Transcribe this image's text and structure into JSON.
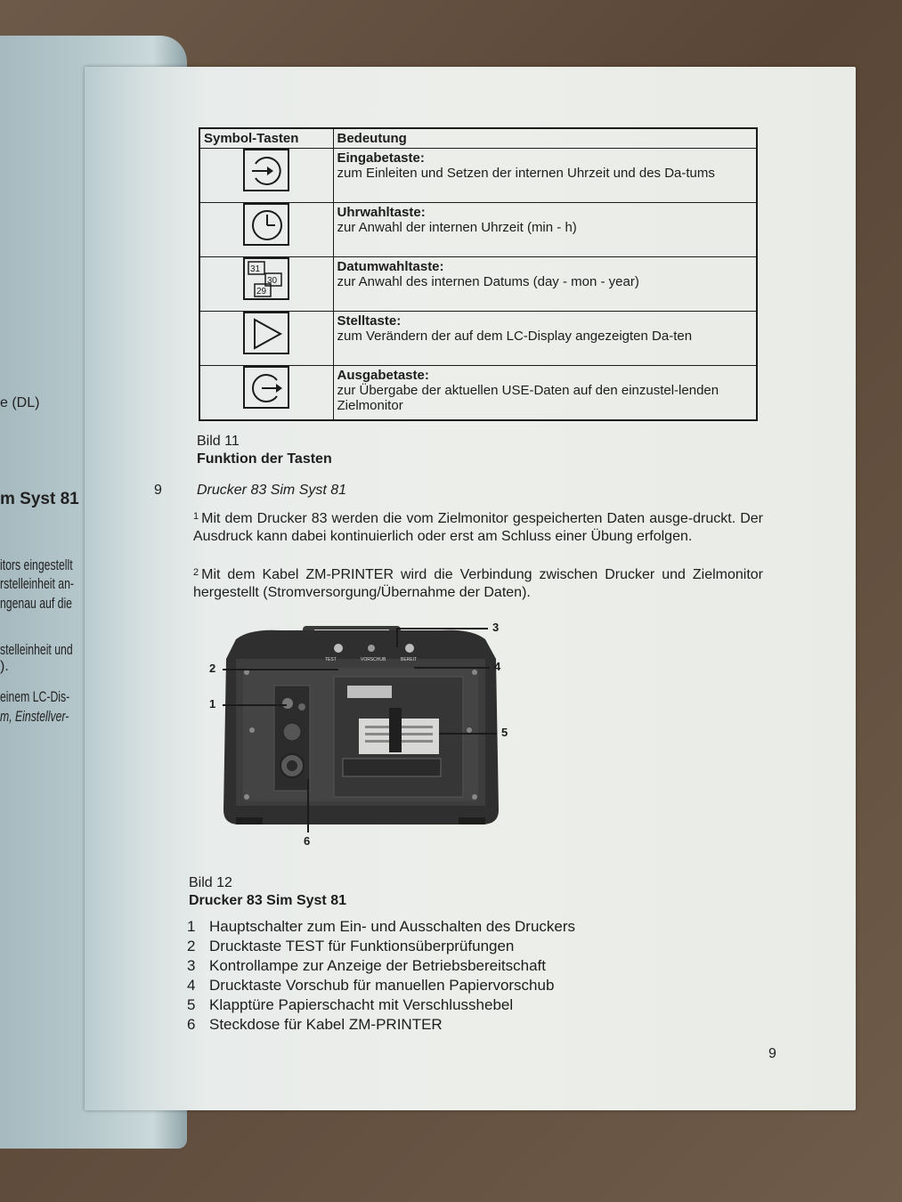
{
  "left_page": {
    "snippets": [
      "e (DL)",
      "m Syst 81",
      "itors eingestellt",
      "rstelleinheit an-",
      "ngenau auf die",
      "stelleinheit und",
      ").",
      "einem LC-Dis-",
      "m, Einstellver-"
    ]
  },
  "table": {
    "header_symbol": "Symbol-Tasten",
    "header_meaning": "Bedeutung",
    "rows": [
      {
        "icon": "input-arrow-icon",
        "title": "Eingabetaste:",
        "text": "zum Einleiten und Setzen der internen Uhrzeit und des Da-tums"
      },
      {
        "icon": "clock-icon",
        "title": "Uhrwahltaste:",
        "text": "zur Anwahl der internen Uhrzeit (min - h)"
      },
      {
        "icon": "calendar-icon",
        "title": "Datumwahltaste:",
        "text": "zur Anwahl des internen Datums (day - mon - year)"
      },
      {
        "icon": "triangle-play-icon",
        "title": "Stelltaste:",
        "text": "zum Verändern der auf dem LC-Display angezeigten Da-ten"
      },
      {
        "icon": "output-arrow-icon",
        "title": "Ausgabetaste:",
        "text": "zur Übergabe der aktuellen USE-Daten auf den einzustel-lenden Zielmonitor"
      }
    ],
    "calendar_numbers": [
      "31",
      "30",
      "29"
    ]
  },
  "fig11": {
    "label": "Bild 11",
    "title": "Funktion der Tasten"
  },
  "section": {
    "number": "9",
    "title": "Drucker 83 Sim Syst 81",
    "para1_num": "1",
    "para1": "Mit dem Drucker 83 werden die vom Zielmonitor gespeicherten Daten ausge-druckt. Der Ausdruck kann dabei kontinuierlich oder erst am Schluss einer Übung erfolgen.",
    "para2_num": "2",
    "para2": "Mit dem Kabel ZM-PRINTER wird die Verbindung zwischen Drucker und Zielmonitor hergestellt (Stromversorgung/Übernahme der Daten)."
  },
  "photo": {
    "callouts": [
      "1",
      "2",
      "3",
      "4",
      "5",
      "6"
    ],
    "panel_labels": [
      "TEST",
      "VORSCHUB",
      "BEREIT"
    ]
  },
  "fig12": {
    "label": "Bild 12",
    "title": "Drucker 83 Sim Syst 81",
    "items": [
      {
        "num": "1",
        "text": "Hauptschalter zum Ein- und Ausschalten des Druckers"
      },
      {
        "num": "2",
        "text": "Drucktaste TEST für Funktionsüberprüfungen"
      },
      {
        "num": "3",
        "text": "Kontrollampe zur Anzeige der Betriebsbereitschaft"
      },
      {
        "num": "4",
        "text": "Drucktaste Vorschub für manuellen Papiervorschub"
      },
      {
        "num": "5",
        "text": "Klapptüre Papierschacht mit Verschlusshebel"
      },
      {
        "num": "6",
        "text": "Steckdose für Kabel ZM-PRINTER"
      }
    ]
  },
  "page_number": "9"
}
